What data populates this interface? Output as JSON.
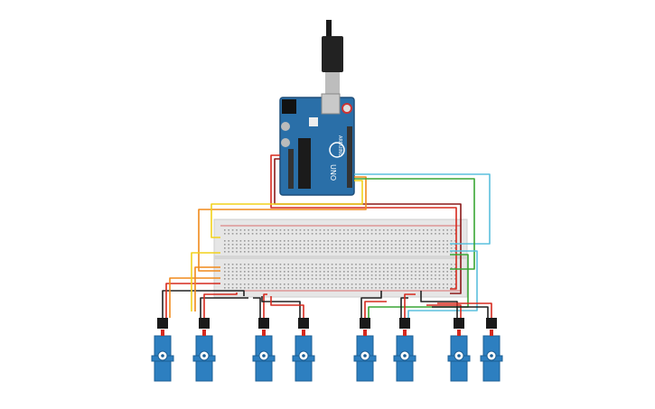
{
  "arduino": {
    "brand_mark": "ARDUINO",
    "model_label": "UNO"
  },
  "colors": {
    "board": "#2a6fa8",
    "board_edge": "#1f4f7a",
    "breadboard": "#e6e6e6",
    "servo_body": "#2d7fc0",
    "wire_red": "#d62a1f",
    "wire_black": "#222222",
    "wire_orange": "#f08a1c",
    "wire_yellow": "#f2d21b",
    "wire_green": "#3aa635",
    "wire_cyan": "#5bc0de",
    "wire_dark_red": "#8b1a1a"
  },
  "servo_count": 8
}
